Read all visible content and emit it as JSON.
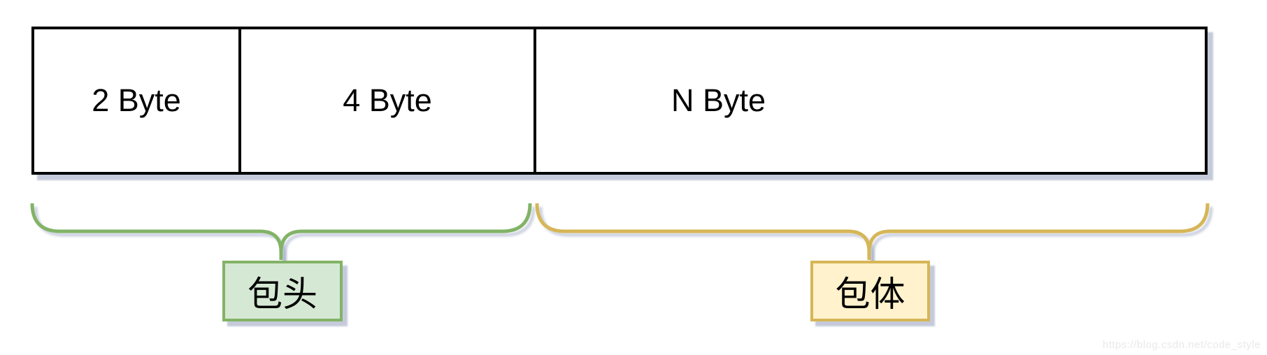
{
  "diagram": {
    "packet_box": {
      "cells": [
        {
          "label": "2 Byte",
          "group": "header"
        },
        {
          "label": "4 Byte",
          "group": "header"
        },
        {
          "label": "N Byte",
          "group": "body"
        }
      ]
    },
    "groups": [
      {
        "id": "header",
        "label": "包头",
        "spans_cells": [
          "2 Byte",
          "4 Byte"
        ]
      },
      {
        "id": "body",
        "label": "包体",
        "spans_cells": [
          "N Byte"
        ]
      }
    ],
    "watermark": "https://blog.csdn.net/code_style"
  },
  "colors": {
    "header_border": "#82B366",
    "header_fill": "#D5E8D4",
    "body_border": "#D6B656",
    "body_fill": "#FFF2CC",
    "box_border": "#000000",
    "shadow": "#6E7AA5"
  }
}
